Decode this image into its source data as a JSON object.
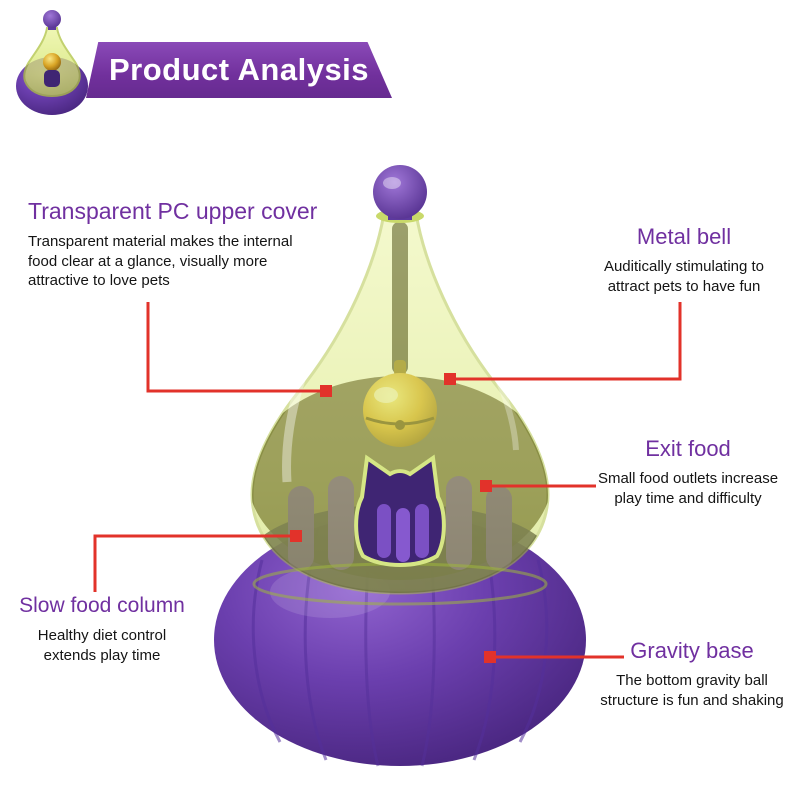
{
  "banner": {
    "title": "Product Analysis"
  },
  "callouts": {
    "upper_cover": {
      "title": "Transparent PC upper cover",
      "desc": "Transparent material makes the internal food clear at a glance, visually more attractive to love pets"
    },
    "metal_bell": {
      "title": "Metal bell",
      "desc": "Auditically stimulating to attract pets to have fun"
    },
    "exit_food": {
      "title": "Exit food",
      "desc": "Small food outlets increase play time and difficulty"
    },
    "slow_food_column": {
      "title": "Slow food column",
      "desc": "Healthy diet control extends play time"
    },
    "gravity_base": {
      "title": "Gravity base",
      "desc": "The bottom gravity ball structure is fun and shaking"
    }
  },
  "colors": {
    "banner_purple": "#71309C",
    "title_purple": "#7030A0",
    "leader_line_red": "#E2322A",
    "product_base_purple": "#6B3FAE",
    "cover_green": "#D9E87A",
    "bell_gold": "#D9A425"
  }
}
